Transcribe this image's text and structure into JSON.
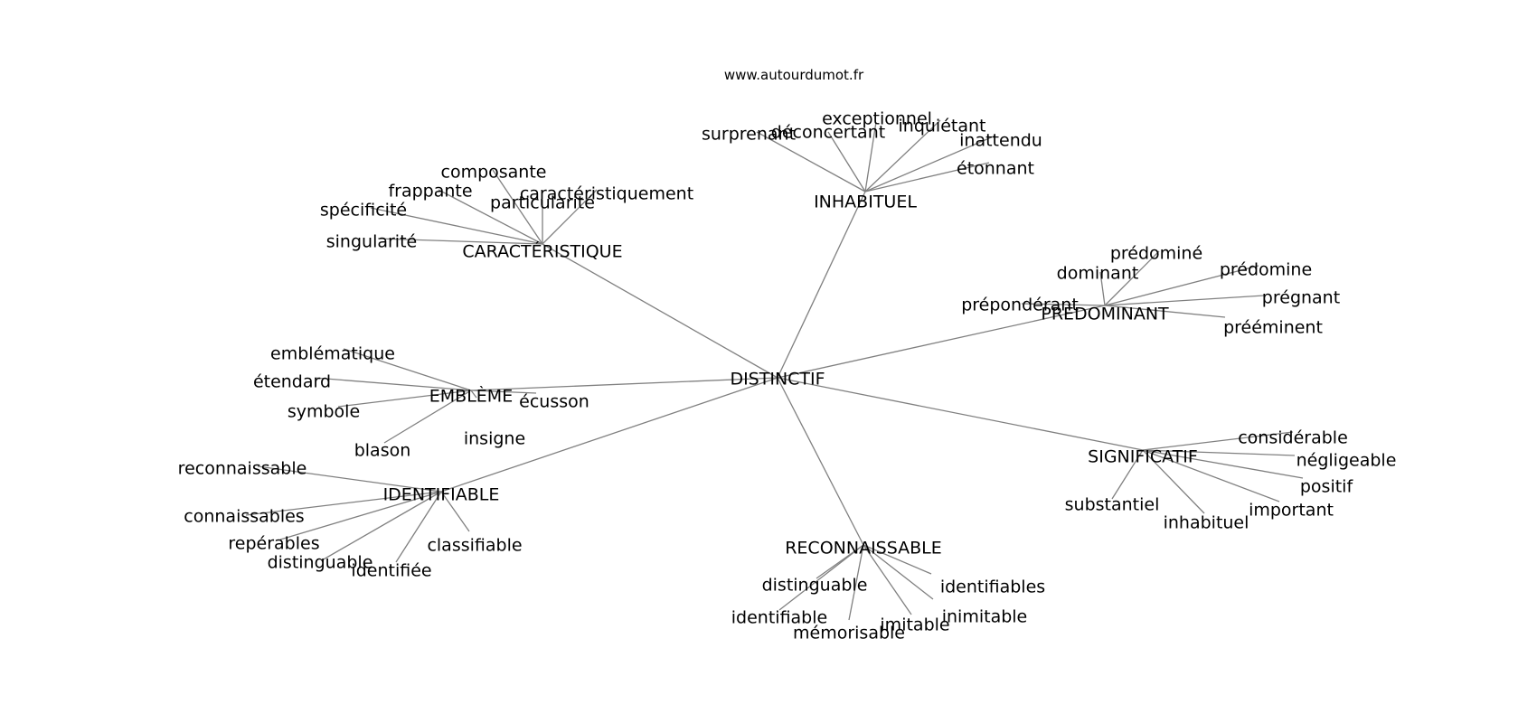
{
  "source_label": "www.autourdumot.fr",
  "center": "DISTINCTIF",
  "clusters": [
    {
      "hub": "INHABITUEL",
      "leaves": [
        "surprenant",
        "déconcertant",
        "exceptionnel",
        "inquiétant",
        "inattendu",
        "étonnant"
      ]
    },
    {
      "hub": "CARACTÉRISTIQUE",
      "leaves": [
        "composante",
        "frappante",
        "caractéristiquement",
        "particularité",
        "spécificité",
        "singularité"
      ]
    },
    {
      "hub": "PRÉDOMINANT",
      "leaves": [
        "prédominé",
        "dominant",
        "prédomine",
        "prégnant",
        "prépondérant",
        "prééminent"
      ]
    },
    {
      "hub": "EMBLÈME",
      "leaves": [
        "emblématique",
        "étendard",
        "symbole",
        "blason",
        "insigne",
        "écusson"
      ]
    },
    {
      "hub": "SIGNIFICATIF",
      "leaves": [
        "considérable",
        "négligeable",
        "positif",
        "important",
        "inhabituel",
        "substantiel"
      ]
    },
    {
      "hub": "IDENTIFIABLE",
      "leaves": [
        "reconnaissable",
        "connaissables",
        "repérables",
        "distinguable",
        "identifiée",
        "classifiable"
      ]
    },
    {
      "hub": "RECONNAISSABLE",
      "leaves": [
        "distinguable",
        "identifiable",
        "mémorisable",
        "imitable",
        "inimitable",
        "identifiables"
      ]
    }
  ]
}
